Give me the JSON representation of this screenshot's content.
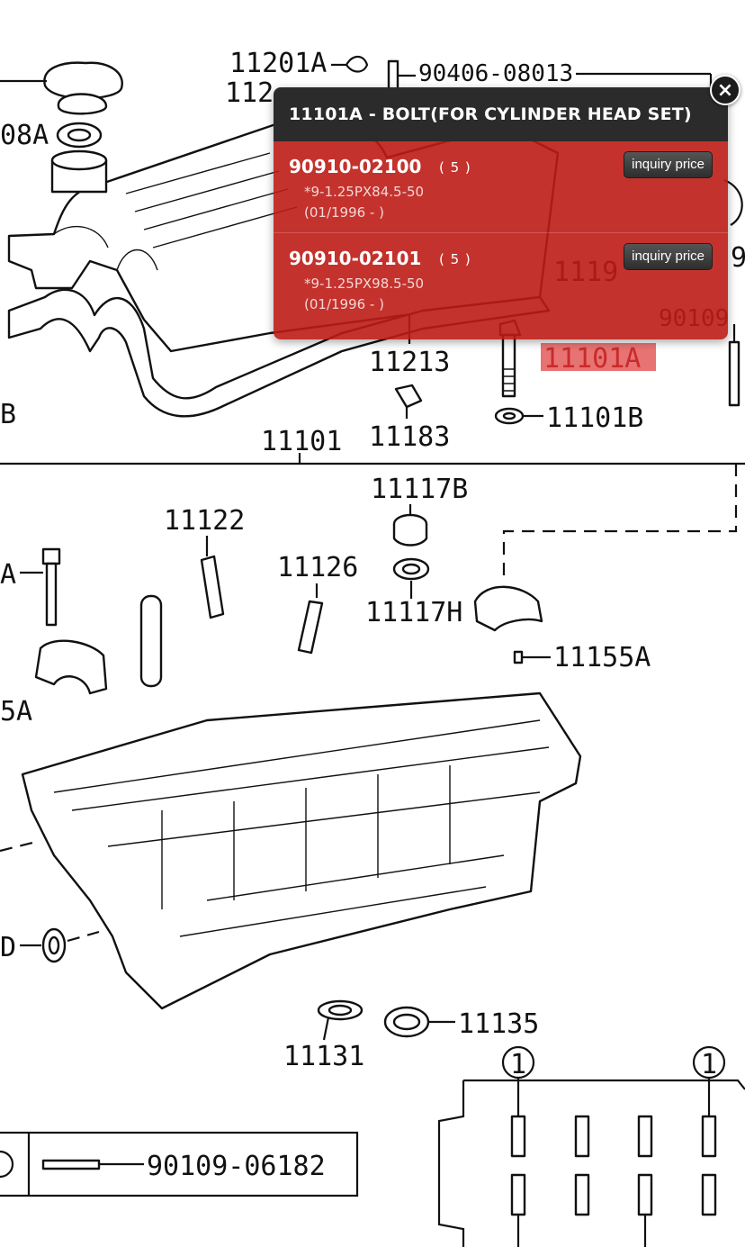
{
  "diagram": {
    "labels": {
      "l11201A": "11201A",
      "l11201B": "112",
      "l90406": "90406-08013",
      "l08A": "08A",
      "l11213": "11213",
      "l11101A": "11101A",
      "l11101B": "11101B",
      "l11101": "11101",
      "l11183": "11183",
      "lB": "B",
      "l11117B": "11117B",
      "l11122": "11122",
      "l11126": "11126",
      "l11117H": "11117H",
      "l11155A": "11155A",
      "lA": "A",
      "l5A": "5A",
      "lD": "D",
      "l11131": "11131",
      "l11135": "11135",
      "l90109_06182": "90109-06182",
      "l90109": "90109",
      "l1119": "1119",
      "l9": "9",
      "circ1a": "1",
      "circ1b": "1"
    },
    "highlight_color": "#e35a5a"
  },
  "popup": {
    "title": "11101A - BOLT(FOR CYLINDER HEAD SET)",
    "close_icon": "×",
    "items": [
      {
        "part_number": "90910-02100",
        "qty": "( 5 )",
        "spec": "*9-1.25PX84.5-50",
        "date": "(01/1996 - )",
        "button": "inquiry price"
      },
      {
        "part_number": "90910-02101",
        "qty": "( 5 )",
        "spec": "*9-1.25PX98.5-50",
        "date": "(01/1996 - )",
        "button": "inquiry price"
      }
    ]
  },
  "colors": {
    "popup_header": "#2b2b2b",
    "popup_body": "#be1c16"
  }
}
